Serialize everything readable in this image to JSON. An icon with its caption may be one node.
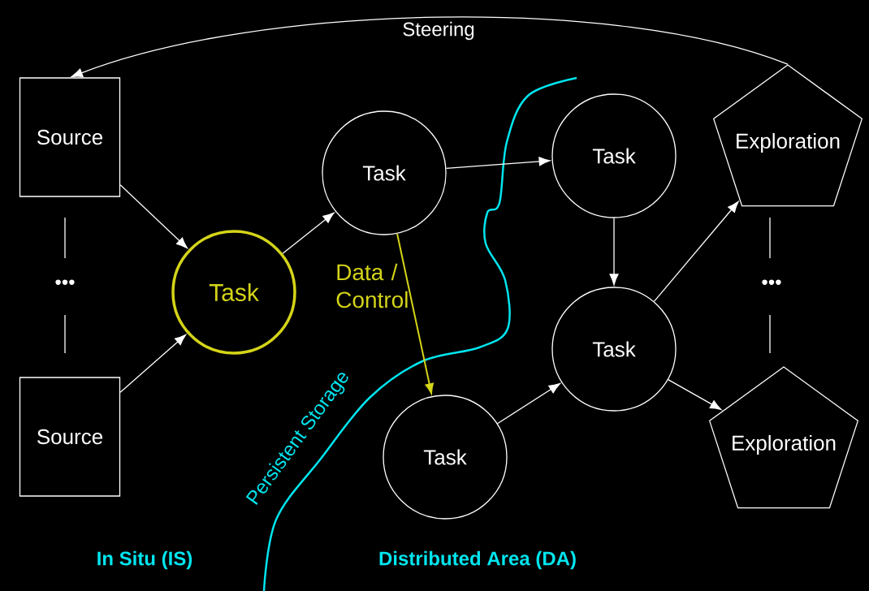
{
  "diagram": {
    "nodes": [
      {
        "text": [
          "Source"
        ]
      },
      {
        "text": [
          "Source"
        ]
      },
      {
        "text": [
          "Task"
        ]
      },
      {
        "text": [
          "Task"
        ]
      },
      {
        "text": [
          "Task"
        ]
      },
      {
        "text": [
          "Task"
        ]
      },
      {
        "text": [
          "Task"
        ]
      },
      {
        "text": [
          "Exploration"
        ]
      },
      {
        "text": [
          "Exploration"
        ]
      }
    ],
    "edges": [
      {
        "from": 0,
        "to": 2,
        "arrow": "to"
      },
      {
        "from": 1,
        "to": 2,
        "arrow": "to"
      },
      {
        "from": 2,
        "to": 3,
        "arrow": "to"
      },
      {
        "from": 3,
        "to": 4,
        "arrow": "to"
      },
      {
        "from": 4,
        "to": 5,
        "arrow": "to"
      },
      {
        "from": 3,
        "to": 6,
        "arrow": "to",
        "label": "Data / Control",
        "color": "#d4d419"
      },
      {
        "from": 6,
        "to": 5,
        "arrow": "to"
      },
      {
        "from": 5,
        "to": 7,
        "arrow": "to"
      },
      {
        "from": 5,
        "to": 8,
        "arrow": "to"
      },
      {
        "from": 7,
        "to": 0,
        "arrow": "to",
        "label": "Steering"
      }
    ],
    "labels": [
      "•••",
      "•••",
      "Persistent Storage",
      "In Situ (IS)",
      "Distributed Area (DA)"
    ]
  }
}
